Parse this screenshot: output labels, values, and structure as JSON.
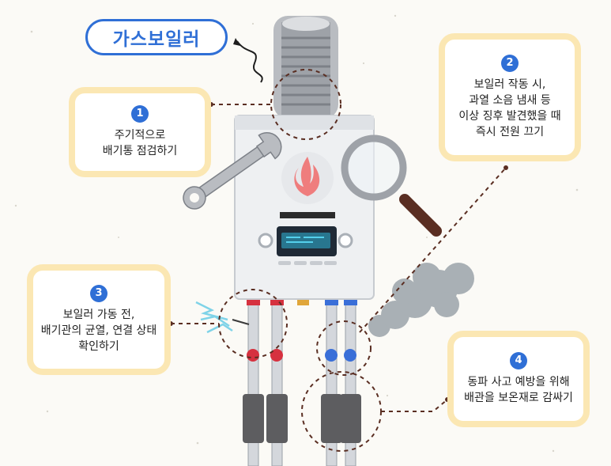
{
  "title": "가스보일러",
  "callouts": [
    {
      "number": "1",
      "lines": [
        "주기적으로",
        "배기통 점검하기"
      ]
    },
    {
      "number": "2",
      "lines": [
        "보일러 작동 시,",
        "과열 소음 냄새 등",
        "이상 징후 발견했을 때",
        "즉시 전원 끄기"
      ]
    },
    {
      "number": "3",
      "lines": [
        "보일러 가동 전,",
        "배기관의 균열, 연결 상태",
        "확인하기"
      ]
    },
    {
      "number": "4",
      "lines": [
        "동파 사고 예방을 위해",
        "배관을 보온재로 감싸기"
      ]
    }
  ],
  "colors": {
    "accent_blue": "#2f6fd6",
    "callout_border": "#fbe7b3",
    "dashed_line": "#5a2e22",
    "hot_pipe_valve": "#d6313f",
    "cold_pipe_valve": "#3a6fd8"
  },
  "icons": [
    "wrench-icon",
    "magnifier-icon",
    "flame-icon",
    "smoke-icon",
    "spark-icon"
  ]
}
